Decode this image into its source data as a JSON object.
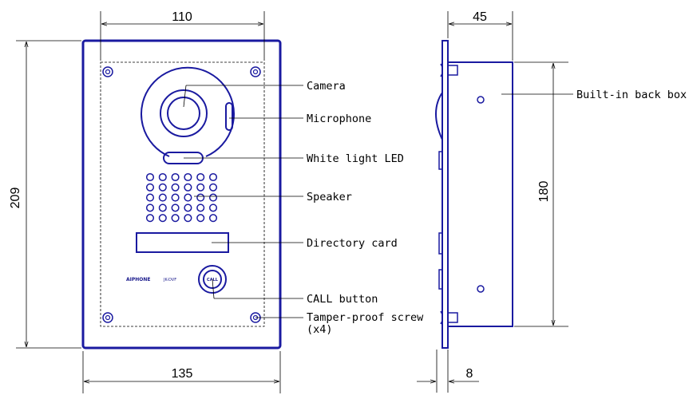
{
  "dimensions": {
    "front_width_top": "110",
    "front_width_bottom": "135",
    "front_height": "209",
    "side_depth_top": "45",
    "side_plate_bottom": "8",
    "side_height": "180"
  },
  "front_labels": {
    "camera": "Camera",
    "microphone": "Microphone",
    "led": "White light LED",
    "speaker": "Speaker",
    "directory": "Directory card",
    "call": "CALL button",
    "tamper_line1": "Tamper-proof screw",
    "tamper_line2": "(x4)"
  },
  "side_labels": {
    "backbox": "Built-in back box"
  },
  "device_text": {
    "brand": "AIPHONE",
    "model": "JK-DVF",
    "button": "CALL"
  },
  "colors": {
    "outline": "#1a1aa0",
    "dimension": "#000000"
  }
}
